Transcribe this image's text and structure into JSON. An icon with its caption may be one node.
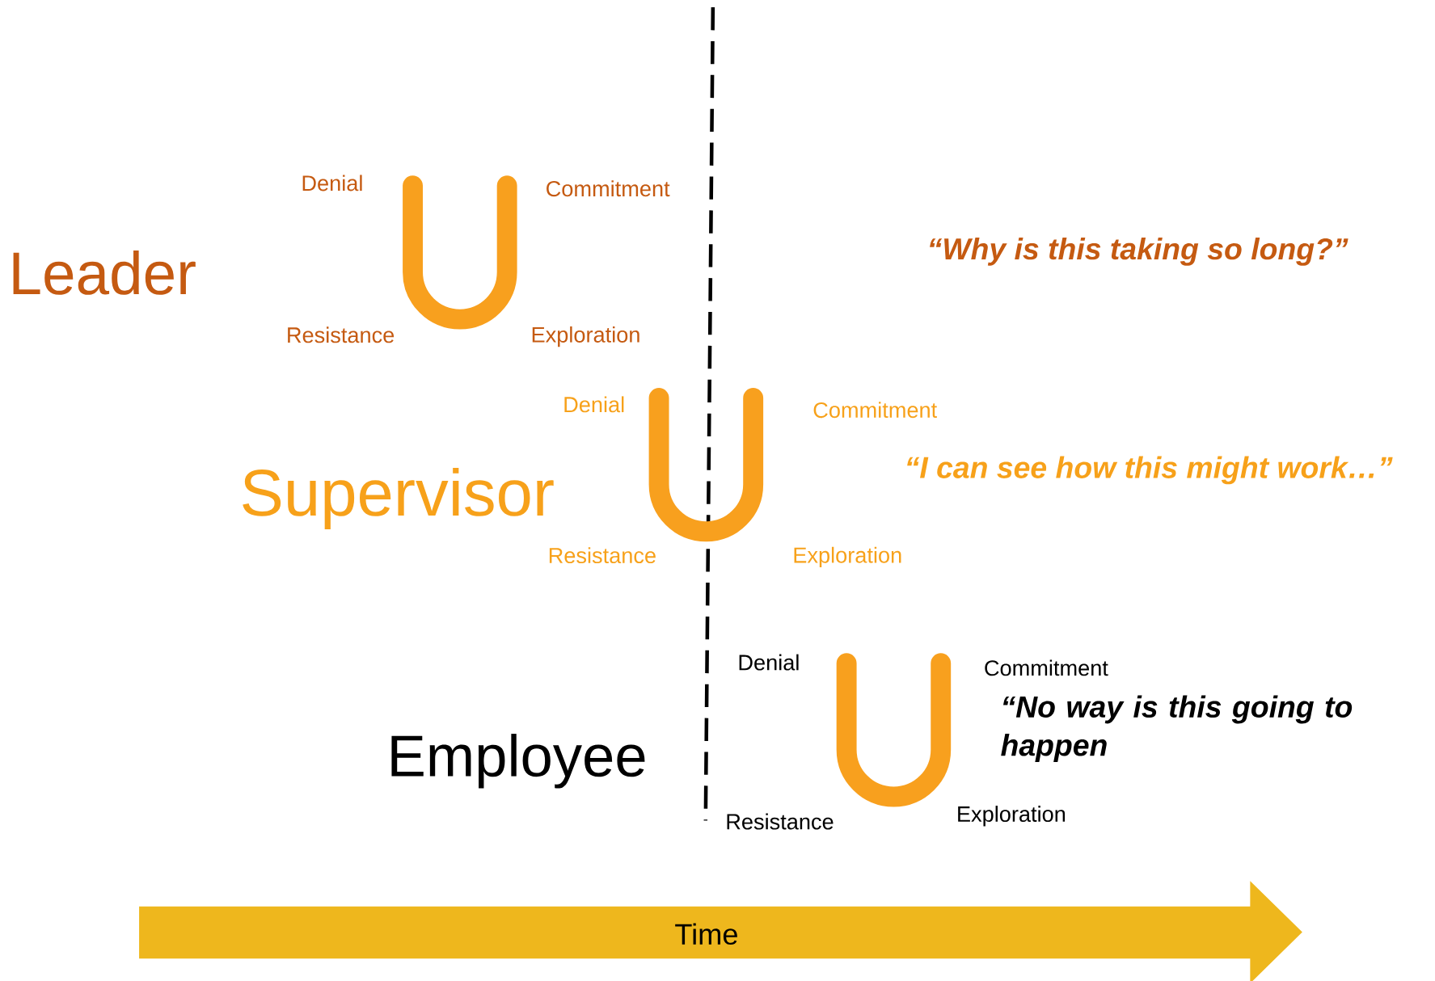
{
  "diagram": {
    "nodes": [
      {
        "text": [
          "Time"
        ]
      }
    ],
    "labels": [
      "Denial",
      "Commitment",
      "Leader",
      "“Why is this taking so long?”",
      "Resistance",
      "Exploration",
      "Denial",
      "Commitment",
      "“I can see how this might work…”",
      "Supervisor",
      "Resistance",
      "Exploration",
      "Denial",
      "Commitment",
      "“No way is this going to happen",
      "Employee",
      "Resistance",
      "Exploration"
    ]
  }
}
